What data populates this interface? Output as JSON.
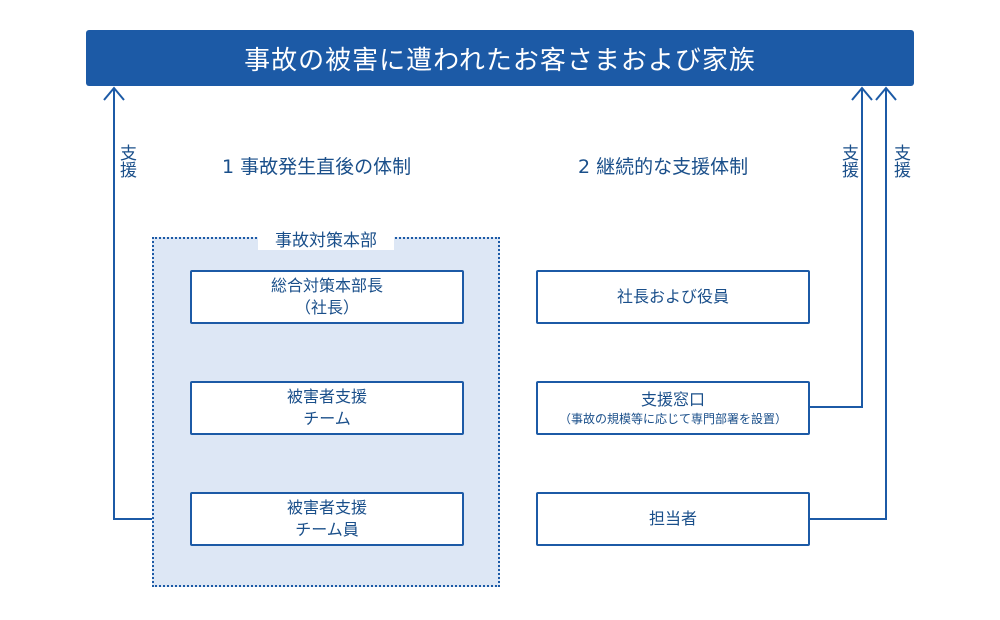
{
  "banner": {
    "title": "事故の被害に遭われたお客さまおよび家族"
  },
  "headings": {
    "immediate": "1 事故発生直後の体制",
    "continuous": "2 継続的な支援体制"
  },
  "support_labels": {
    "left": "支援",
    "right_inner": "支援",
    "right_outer": "支援"
  },
  "headquarters": {
    "title": "事故対策本部",
    "boxes": [
      {
        "line1": "総合対策本部長",
        "line2": "（社長）"
      },
      {
        "line1": "被害者支援",
        "line2": "チーム"
      },
      {
        "line1": "被害者支援",
        "line2": "チーム員"
      }
    ]
  },
  "continuous_boxes": [
    {
      "line1": "社長および役員"
    },
    {
      "line1": "支援窓口",
      "note": "（事故の規模等に応じて専門部署を設置）"
    },
    {
      "line1": "担当者"
    }
  ],
  "colors": {
    "primary": "#1c5aa6",
    "hq_fill": "#dde7f5",
    "text": "#1a4f8a"
  }
}
